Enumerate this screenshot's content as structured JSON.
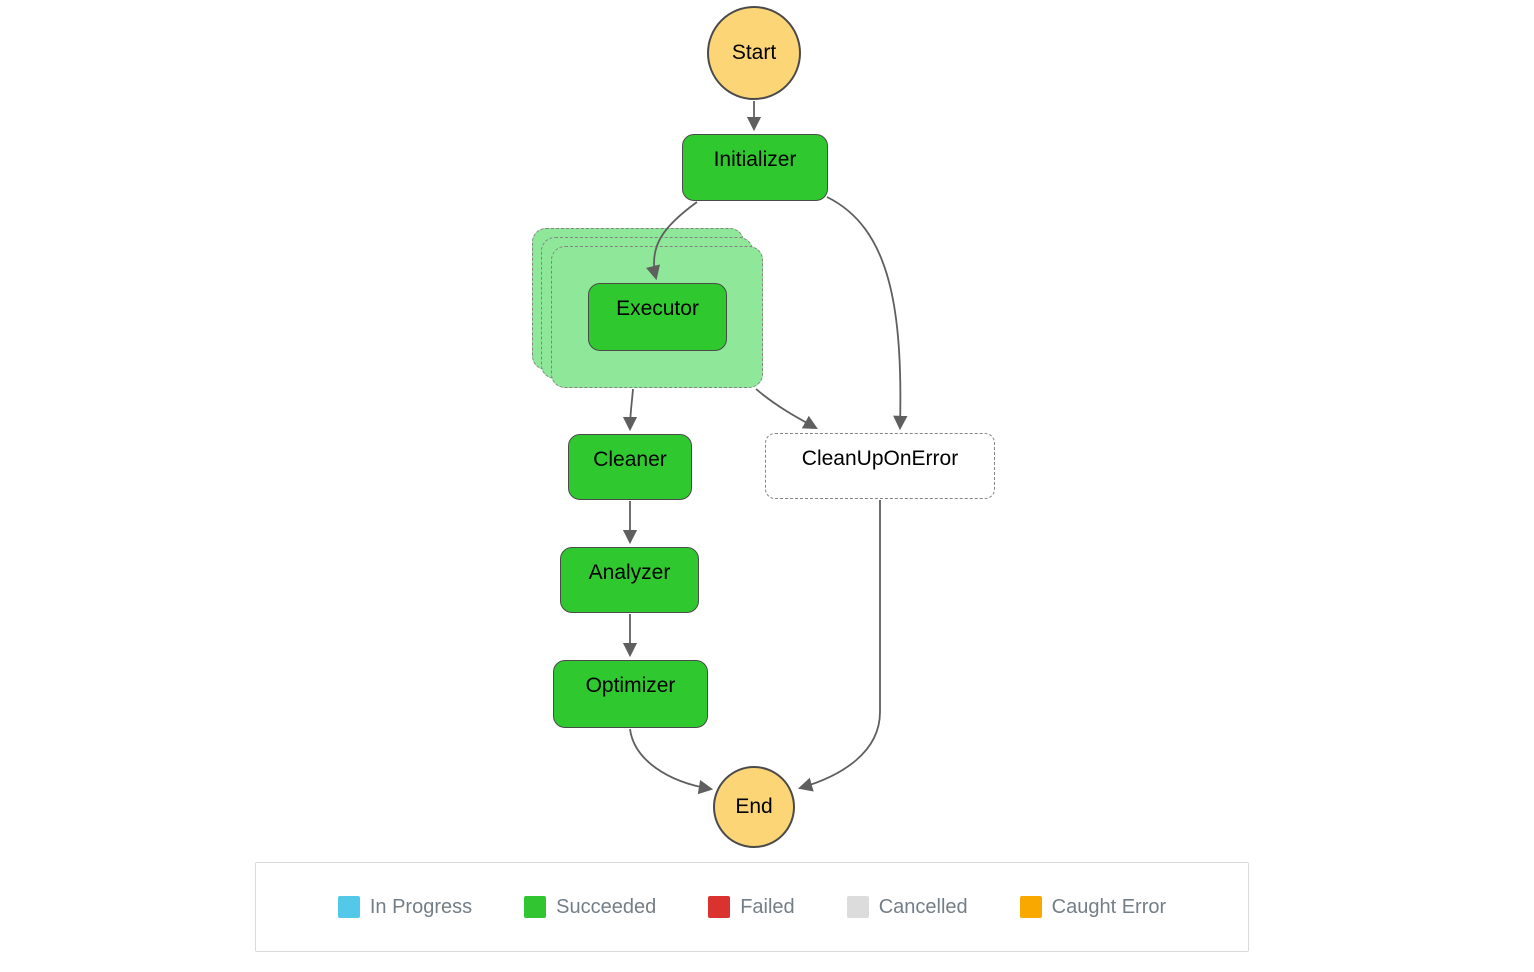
{
  "diagram": {
    "nodes": {
      "start": {
        "label": "Start"
      },
      "initializer": {
        "label": "Initializer"
      },
      "executor": {
        "label": "Executor"
      },
      "cleaner": {
        "label": "Cleaner"
      },
      "analyzer": {
        "label": "Analyzer"
      },
      "optimizer": {
        "label": "Optimizer"
      },
      "cleanUpOnError": {
        "label": "CleanUpOnError"
      },
      "end": {
        "label": "End"
      }
    },
    "colors": {
      "succeeded": "#2fc92f",
      "map_fill": "#8fe79a",
      "terminal": "#fcd577",
      "untriggered": "#ffffff",
      "node_border": "#4a4a4a",
      "dash_border": "#848484",
      "edge": "#5f5f5f",
      "legend_text": "#747e87",
      "legend_border": "#d9d9d9"
    }
  },
  "legend": {
    "items": [
      {
        "label": "In Progress",
        "color": "#54c8e8"
      },
      {
        "label": "Succeeded",
        "color": "#31c631"
      },
      {
        "label": "Failed",
        "color": "#da322f"
      },
      {
        "label": "Cancelled",
        "color": "#dcdcdc"
      },
      {
        "label": "Caught Error",
        "color": "#f9a800"
      }
    ]
  }
}
